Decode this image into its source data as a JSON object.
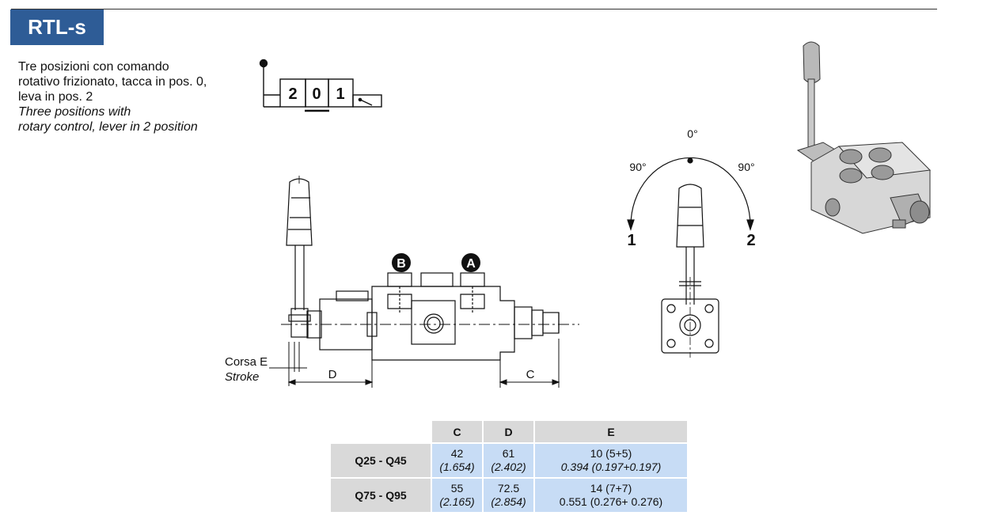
{
  "header": {
    "badge": "RTL-s"
  },
  "description": {
    "it_lines": [
      "Tre posizioni con comando",
      "rotativo frizionato, tacca in pos. 0,",
      "leva in pos. 2"
    ],
    "en_lines": [
      "Three positions with",
      "rotary control, lever in 2 position"
    ]
  },
  "symbol": {
    "positions": [
      "2",
      "0",
      "1"
    ]
  },
  "drawing": {
    "port_b": "B",
    "port_a": "A",
    "dim_d": "D",
    "dim_c": "C",
    "stroke_it": "Corsa E",
    "stroke_en": "Stroke"
  },
  "rotation": {
    "angle_top": "0°",
    "angle_left": "90°",
    "angle_right": "90°",
    "pos_left": "1",
    "pos_right": "2"
  },
  "table": {
    "headers": [
      "C",
      "D",
      "E"
    ],
    "rows": [
      {
        "model": "Q25 - Q45",
        "c": "42",
        "c_in": "(1.654)",
        "d": "61",
        "d_in": "(2.402)",
        "e": "10 (5+5)",
        "e_in": "0.394 (0.197+0.197)"
      },
      {
        "model": "Q75 - Q95",
        "c": "55",
        "c_in": "(2.165)",
        "d": "72.5",
        "d_in": "(2.854)",
        "e": "14 (7+7)",
        "e_in": "0.551 (0.276+ 0.276)"
      }
    ]
  }
}
